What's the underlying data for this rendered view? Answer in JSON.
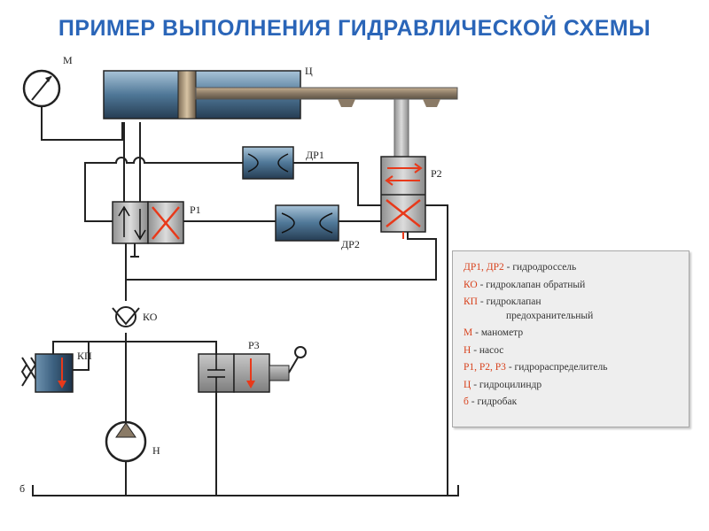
{
  "title": "ПРИМЕР ВЫПОЛНЕНИЯ ГИДРАВЛИЧЕСКОЙ СХЕМЫ",
  "labels": {
    "manometer": "М",
    "cylinder": "Ц",
    "throttle1": "ДР1",
    "throttle2": "ДР2",
    "valve_p1": "Р1",
    "valve_p2": "Р2",
    "valve_p3": "Р3",
    "check_valve": "КО",
    "relief_valve": "КП",
    "pump": "Н",
    "tank": "б"
  },
  "legend": [
    {
      "key": "ДР1, ДР2",
      "text": " - гидродроссель",
      "cont": ""
    },
    {
      "key": "КО",
      "text": " - гидроклапан обратный",
      "cont": ""
    },
    {
      "key": "КП",
      "text": " - гидроклапан",
      "cont": "предохранительный"
    },
    {
      "key": "М",
      "text": " - манометр",
      "cont": ""
    },
    {
      "key": "Н",
      "text": " - насос",
      "cont": ""
    },
    {
      "key": "Р1, Р2, Р3",
      "text": " - гидрораспределитель",
      "cont": ""
    },
    {
      "key": "Ц",
      "text": " - гидроцилиндр",
      "cont": ""
    },
    {
      "key": "б",
      "text": " - гидробак",
      "cont": ""
    }
  ],
  "colors": {
    "title": "#2a65b8",
    "line": "#222222",
    "arrows": "#e8391a",
    "legend_key": "#d8421d",
    "component_fill": "#4f7797",
    "valve_body": "#b4b4b4"
  }
}
